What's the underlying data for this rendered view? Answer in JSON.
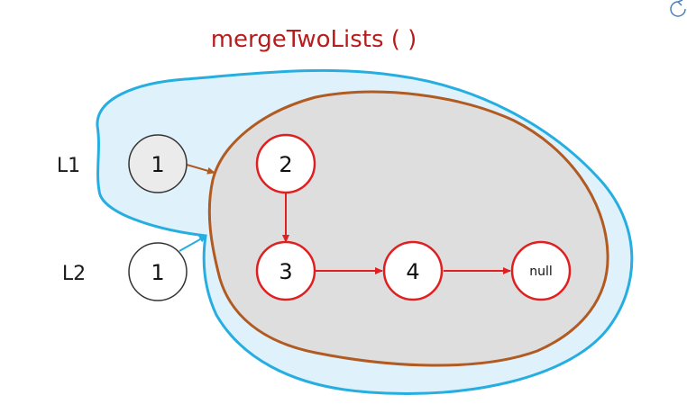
{
  "title": "mergeTwoLists ( )",
  "lists": {
    "l1_label": "L1",
    "l2_label": "L2"
  },
  "nodes": {
    "l1_head": "1",
    "l2_head": "1",
    "n2": "2",
    "n3": "3",
    "n4": "4",
    "null": "null"
  },
  "colors": {
    "title": "#b81d1d",
    "outer_region_fill": "#dff1fb",
    "outer_region_stroke": "#26aee0",
    "inner_region_fill": "#dedede",
    "inner_region_stroke": "#b15a22",
    "merged_node_stroke": "#e02020",
    "head_node_stroke": "#333333",
    "merged_arrow": "#e02020",
    "l1_arrow": "#b15a22",
    "l2_arrow": "#26aee0"
  },
  "corner_icon": "refresh-icon"
}
